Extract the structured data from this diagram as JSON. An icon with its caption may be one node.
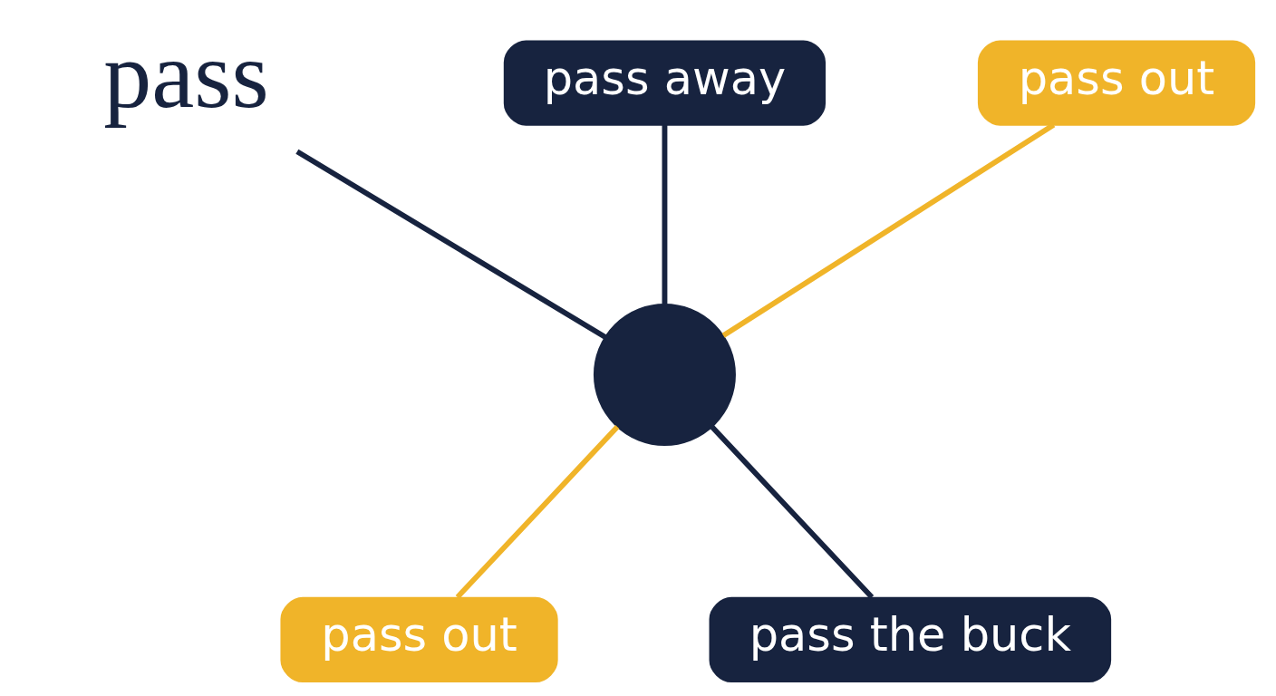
{
  "diagram": {
    "nodes": [
      {
        "text": [
          "pass"
        ]
      },
      {
        "text": [
          "pass away"
        ]
      },
      {
        "text": [
          "pass out"
        ]
      },
      {
        "text": [],
        "shape": "circle"
      },
      {
        "text": [
          "pass out"
        ]
      },
      {
        "text": [
          "pass the buck"
        ]
      }
    ],
    "edges": [
      {
        "from": 0,
        "to": 3,
        "arrow": "none"
      },
      {
        "from": 1,
        "to": 3,
        "arrow": "none"
      },
      {
        "from": 2,
        "to": 3,
        "arrow": "none",
        "color": "#f0b429"
      },
      {
        "from": 3,
        "to": 4,
        "arrow": "none",
        "color": "#f0b429"
      },
      {
        "from": 3,
        "to": 5,
        "arrow": "none"
      }
    ]
  }
}
